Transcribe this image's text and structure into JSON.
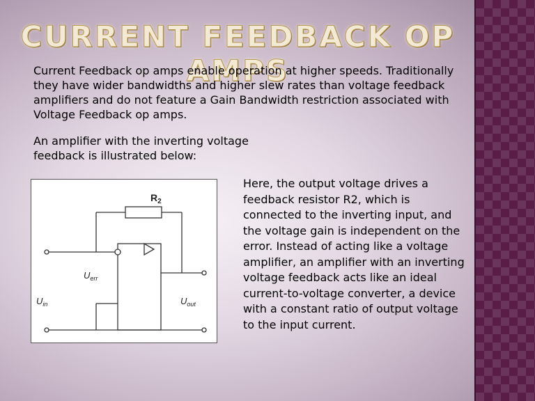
{
  "slide": {
    "title": "Current Feedback Op Amps",
    "paragraph1": "Current Feedback op amps enable operation at higher speeds. Traditionally they have wider bandwidths and higher slew rates than voltage feedback amplifiers and do not feature a Gain Bandwidth restriction associated with Voltage Feedback op amps.",
    "paragraph2": "An amplifier with the inverting voltage feedback is illustrated below:",
    "paragraph3": "Here, the output voltage drives a feedback resistor R2, which is connected to the inverting input, and the voltage gain is independent on the error. Instead of acting like a voltage amplifier, an amplifier with an inverting voltage feedback acts like an ideal current-to-voltage converter, a device with a constant ratio of output voltage to the input current."
  },
  "diagram": {
    "resistor_label": "R",
    "resistor_sub": "2",
    "uerr_main": "U",
    "uerr_sub": "err",
    "uin_main": "U",
    "uin_sub": "in",
    "uout_main": "U",
    "uout_sub": "out"
  },
  "colors": {
    "side_band": "#5a1d48",
    "title": "#f3ead6"
  }
}
